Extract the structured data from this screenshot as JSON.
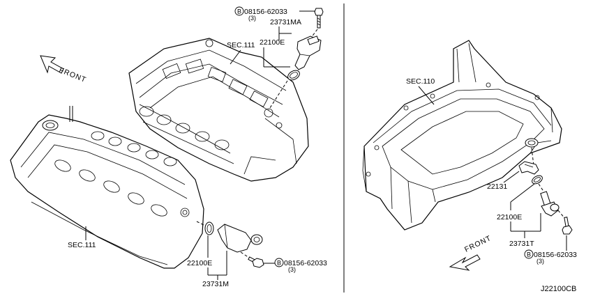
{
  "labels": {
    "sec111_top": "SEC.111",
    "sec111_left": "SEC.111",
    "sec110": "SEC.110",
    "front_left": "FRONT",
    "front_right": "FRONT",
    "bolt_top": "08156-62033",
    "bolt_top_qty": "(3)",
    "sensor_top": "23731MA",
    "oring_top": "22100E",
    "bolt_mid": "08156-62033",
    "bolt_mid_qty": "(3)",
    "oring_mid": "22100E",
    "sensor_mid": "23731M",
    "clip_right": "22131",
    "oring_right": "22100E",
    "sensor_right": "23731T",
    "bolt_right": "08156-62033",
    "bolt_right_qty": "(3)",
    "bolt_marker": "B",
    "diagram_code": "J22100CB"
  }
}
